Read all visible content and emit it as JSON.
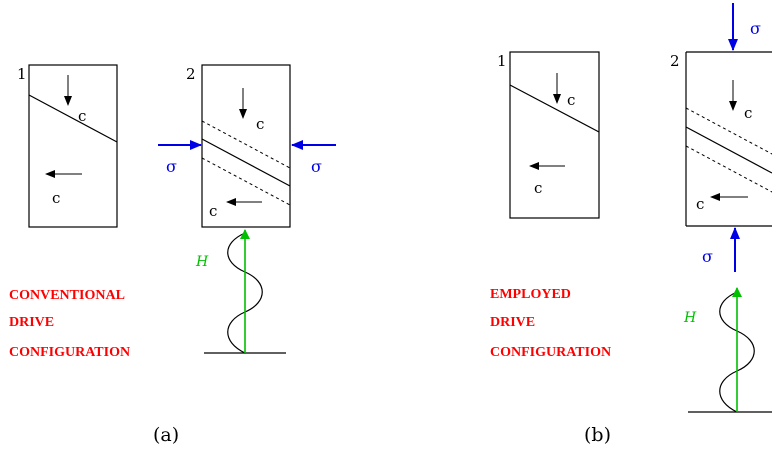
{
  "panel_a": {
    "caption": "(a)",
    "box1": {
      "number": "1",
      "c_top": "c",
      "c_bottom": "c"
    },
    "box2": {
      "number": "2",
      "c_top": "c",
      "c_bottom": "c"
    },
    "sigma_left": "σ",
    "sigma_right": "σ",
    "field_label": "H",
    "title_lines": [
      "CONVENTIONAL",
      "DRIVE",
      "CONFIGURATION"
    ]
  },
  "panel_b": {
    "caption": "(b)",
    "box1": {
      "number": "1",
      "c_top": "c",
      "c_bottom": "c"
    },
    "box2": {
      "number": "2",
      "c_top": "c",
      "c_bottom": "c"
    },
    "sigma_top": "σ",
    "sigma_bottom": "σ",
    "field_label": "H",
    "title_lines": [
      "EMPLOYED",
      "DRIVE",
      "CONFIGURATION"
    ]
  },
  "colors": {
    "stress": "#0000e6",
    "field": "#00c000",
    "title": "#ff0000"
  }
}
